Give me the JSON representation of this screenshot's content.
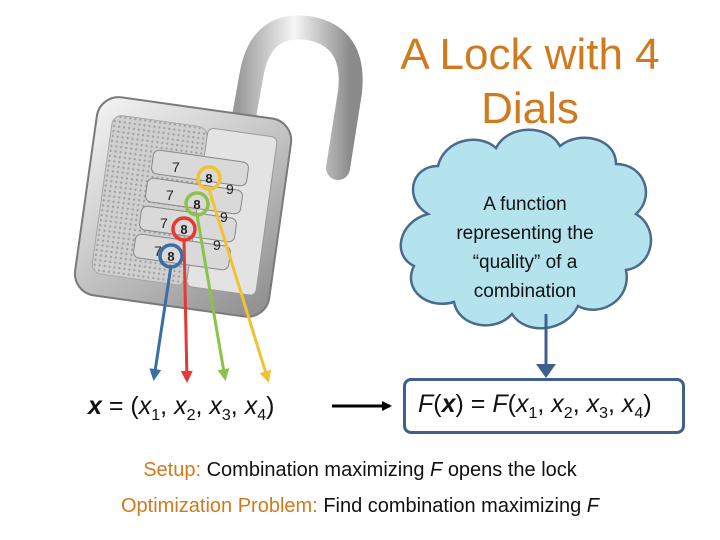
{
  "title": {
    "line1": "A Lock with 4",
    "line2": "Dials"
  },
  "cloud": {
    "line1": "A function",
    "line2": "representing the",
    "line3": "“quality” of a",
    "line4": "combination"
  },
  "dial_digits": {
    "left": [
      "7",
      "7",
      "7",
      "7"
    ],
    "center": [
      "8",
      "8",
      "8",
      "8"
    ],
    "right": [
      "9",
      "9",
      "9"
    ]
  },
  "vector": {
    "name": "x",
    "eq": "=",
    "open": "(",
    "close": ")",
    "var": "x",
    "subs": [
      "1",
      "2",
      "3",
      "4"
    ],
    "sep": ","
  },
  "function": {
    "name": "F",
    "arg": "x",
    "eq": "=",
    "open": "(",
    "close": ")",
    "var": "x",
    "subs": [
      "1",
      "2",
      "3",
      "4"
    ],
    "sep": ","
  },
  "setup": {
    "label": "Setup:",
    "text_before": "Combination maximizing",
    "var": "F",
    "text_after": "opens the lock"
  },
  "optimization": {
    "label": "Optimization Problem:",
    "text": "Find combination maximizing",
    "var": "F"
  },
  "colors": {
    "title": "#d07a1f",
    "dial_yellow": "#f1c232",
    "dial_green": "#8bc34a",
    "dial_red": "#e53935",
    "dial_blue": "#3a6ea5",
    "cloud_fill": "#b4e3ee",
    "cloud_stroke": "#4a6a8e",
    "box_border": "#3f5f8f"
  }
}
